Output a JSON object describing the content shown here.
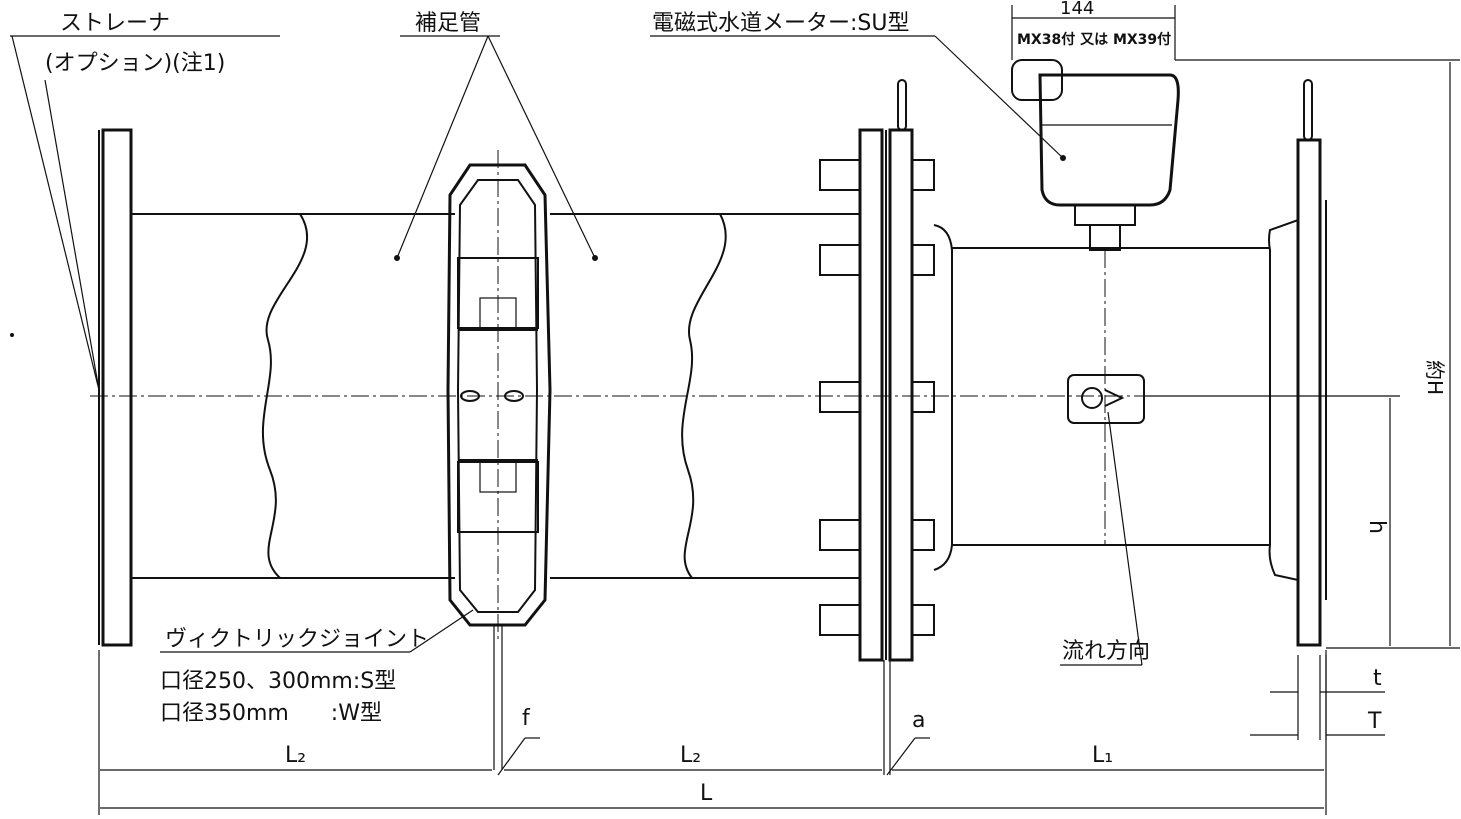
{
  "labels": {
    "strainer": "ストレーナ",
    "strainer_option": "(オプション)(注1)",
    "supplementary_pipe": "補足管",
    "meter_name": "電磁式水道メーター:SU型",
    "width_144": "144",
    "mx_models": "MX38付 又は MX39付",
    "victaulic_joint": "ヴィクトリックジョイント",
    "bore_250_300": "口径250、300mm:S型",
    "bore_350": "口径350mm      :W型",
    "flow_direction": "流れ方向",
    "approx_H": "約H",
    "dim_h": "h",
    "dim_t": "t",
    "dim_T": "T",
    "dim_f": "f",
    "dim_a": "a",
    "dim_L2_left": "L₂",
    "dim_L2_mid": "L₂",
    "dim_L1": "L₁",
    "dim_L": "L"
  }
}
